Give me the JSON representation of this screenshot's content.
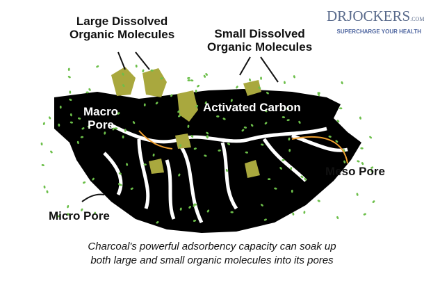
{
  "logo": {
    "text": "DRJOCKERS",
    "suffix": ".COM",
    "tagline": "SUPERCHARGE YOUR HEALTH"
  },
  "labels": {
    "large": "Large Dissolved\nOrganic Molecules",
    "small": "Small Dissolved\nOrganic Molecules",
    "macro": "Macro\nPore",
    "activated": "Activated Carbon",
    "meso": "Meso Pore",
    "micro": "Micro Pore"
  },
  "caption": "Charcoal's powerful adsorbency capacity can soak up\nboth large and small organic molecules into its pores",
  "colors": {
    "carbon": "#000000",
    "large_molecule": "#a9a83e",
    "small_molecule": "#6cbf4a",
    "pointer": "#f0a030"
  }
}
